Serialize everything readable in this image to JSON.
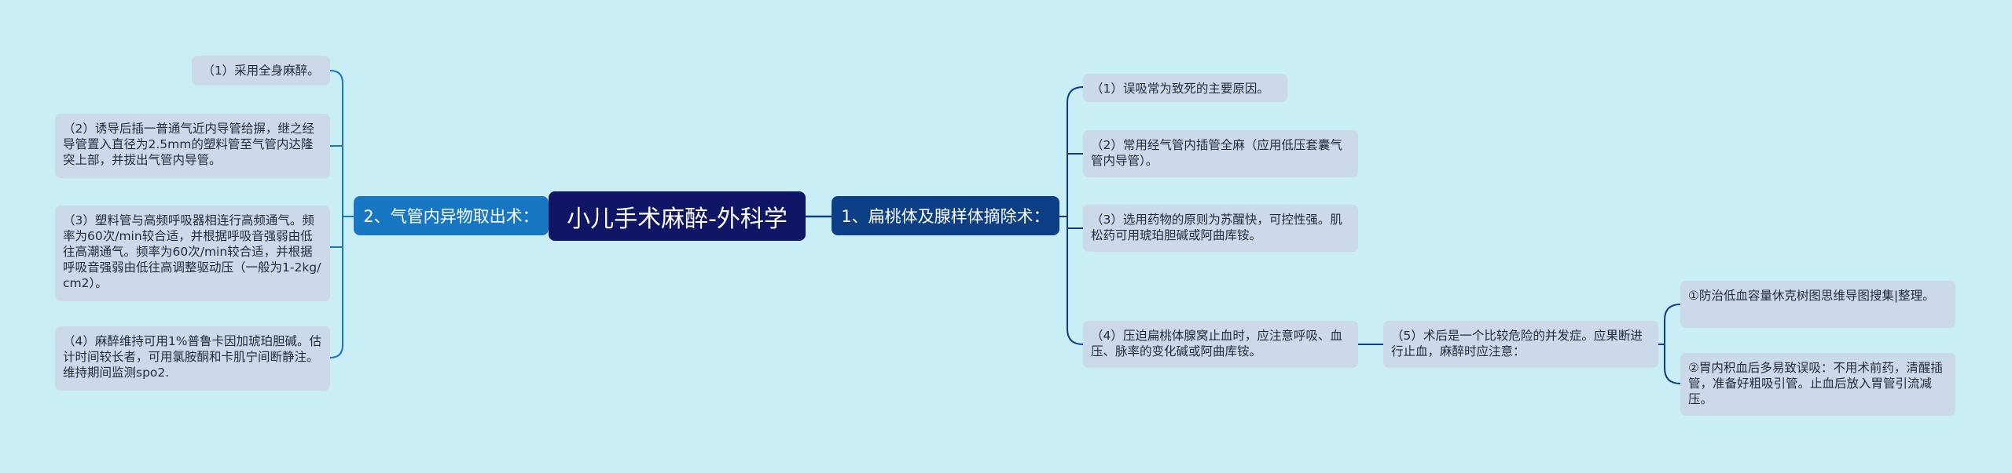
{
  "diagram": {
    "root": "小儿手术麻醉-外科学",
    "right_branch": {
      "label": "1、扁桃体及腺样体摘除术：",
      "items": [
        "（1）误吸常为致死的主要原因。",
        "（2）常用经气管内插管全麻（应用低压套囊气管内导管）。",
        "（3）选用药物的原则为苏醒快，可控性强。肌松药可用琥珀胆碱或阿曲库铵。",
        "（4）压迫扁桃体腺窝止血时，应注意呼吸、血压、脉率的变化碱或阿曲库铵。"
      ],
      "sub": {
        "label": "（5）术后是一个比较危险的并发症。应果断进行止血，麻醉时应注意：",
        "items": [
          "①防治低血容量休克树图思维导图搜集|整理。",
          "②胃内积血后多易致误吸：不用术前药，清醒插管，准备好粗吸引管。止血后放入胃管引流减压。"
        ]
      }
    },
    "left_branch": {
      "label": "2、气管内异物取出术：",
      "items": [
        "（1）采用全身麻醉。",
        "（2）诱导后插一普通气近内导管给摒，继之经导管置入直径为2.5mm的塑料管至气管内达隆突上部，并拔出气管内导管。",
        "（3）塑料管与高频呼吸器相连行高频通气。频率为60次/min较合适，并根据呼吸音强弱由低往高潮通气。频率为60次/min较合适，并根据呼吸音强弱由低往高调整驱动压（一般为1-2kg/cm2）。",
        "（4）麻醉维持可用1%普鲁卡因加琥珀胆碱。估计时间较长者，可用氯胺酮和卡肌宁间断静注。维持期间监测spo2."
      ]
    }
  },
  "colors": {
    "background": "#c9eef5",
    "root": "#111566",
    "right_branch": "#0c3f86",
    "left_branch": "#1877c3",
    "leaf": "#ccd9ea",
    "connector_dark": "#0c3f86",
    "connector_light": "#1877c3"
  }
}
